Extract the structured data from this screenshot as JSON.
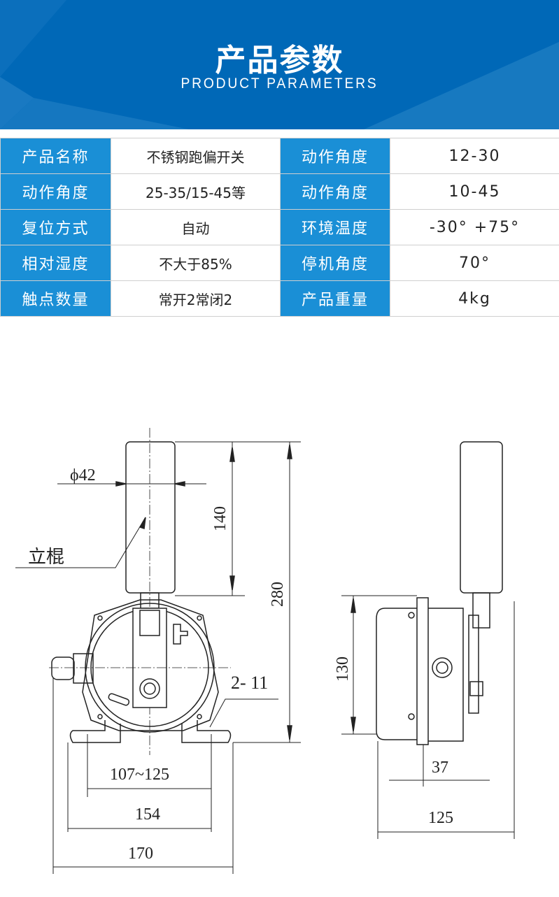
{
  "header": {
    "title": "产品参数",
    "subtitle": "PRODUCT PARAMETERS",
    "bg_color": "#0068b7"
  },
  "params": {
    "rows": [
      {
        "label1": "产品名称",
        "value1": "不锈钢跑偏开关",
        "label2": "动作角度",
        "value2": "12-30"
      },
      {
        "label1": "动作角度",
        "value1": "25-35/15-45等",
        "label2": "动作角度",
        "value2": "10-45"
      },
      {
        "label1": "复位方式",
        "value1": "自动",
        "label2": "环境温度",
        "value2": "-30° +75°"
      },
      {
        "label1": "相对湿度",
        "value1": "不大于85%",
        "label2": "停机角度",
        "value2": "70°"
      },
      {
        "label1": "触点数量",
        "value1": "常开2常闭2",
        "label2": "产品重量",
        "value2": "4kg"
      }
    ],
    "label_bg": "#1a8fd6"
  },
  "drawing": {
    "front": {
      "diameter": "ϕ42",
      "rod_label": "立棍",
      "rod_height": "140",
      "total_height": "280",
      "holes": "2- 11",
      "mount_span": "107~125",
      "base_inner": "154",
      "base_width": "170"
    },
    "side": {
      "body_height": "130",
      "offset": "37",
      "depth": "125"
    }
  }
}
